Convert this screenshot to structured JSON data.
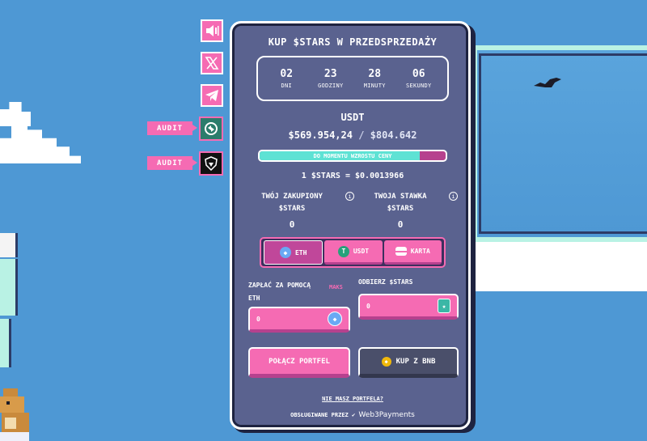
{
  "presale": {
    "title": "KUP $STARS W PRZEDSPRZEDAŻY",
    "countdown": [
      {
        "value": "02",
        "label": "DNI"
      },
      {
        "value": "23",
        "label": "GODZINY"
      },
      {
        "value": "28",
        "label": "MINUTY"
      },
      {
        "value": "06",
        "label": "SEKUNDY"
      }
    ],
    "currency": "USDT",
    "raised": "$569.954,24",
    "separator": "/",
    "goal": "$804.642",
    "progress_fraction": 0.86,
    "progress_label": "DO MOMENTU WZROSTU CENY",
    "price": "1 $STARS = $0.0013966",
    "purchased": {
      "label_line1": "TWÓJ ZAKUPIONY",
      "label_line2": "$STARS",
      "value": "0"
    },
    "stake": {
      "label_line1": "TWOJA STAWKA",
      "label_line2": "$STARS",
      "value": "0"
    },
    "info_glyph": "i",
    "methods": [
      {
        "label": "ETH",
        "active": true
      },
      {
        "label": "USDT",
        "active": false
      },
      {
        "label": "KARTA",
        "active": false
      }
    ],
    "pay_label_line1": "ZAPŁAĆ ZA POMOCĄ",
    "pay_label_line2": "ETH",
    "max_label": "MAKS",
    "receive_label": "ODBIERZ $STARS",
    "pay_amount": "0",
    "receive_amount": "0",
    "connect_button": "POŁĄCZ PORTFEL",
    "bnb_button": "KUP Z BNB",
    "no_wallet_link": "NIE MASZ PORTFELA?",
    "powered_by": "OBSŁUGIWANE PRZEZ",
    "powered_brand": "Web3Payments"
  },
  "side": {
    "audit_1": "AUDIT",
    "audit_2": "AUDIT"
  },
  "colors": {
    "accent": "#f56bb3",
    "panel": "#5a628f",
    "progress": "#5ee2d4",
    "sky": "#4e98d4"
  }
}
